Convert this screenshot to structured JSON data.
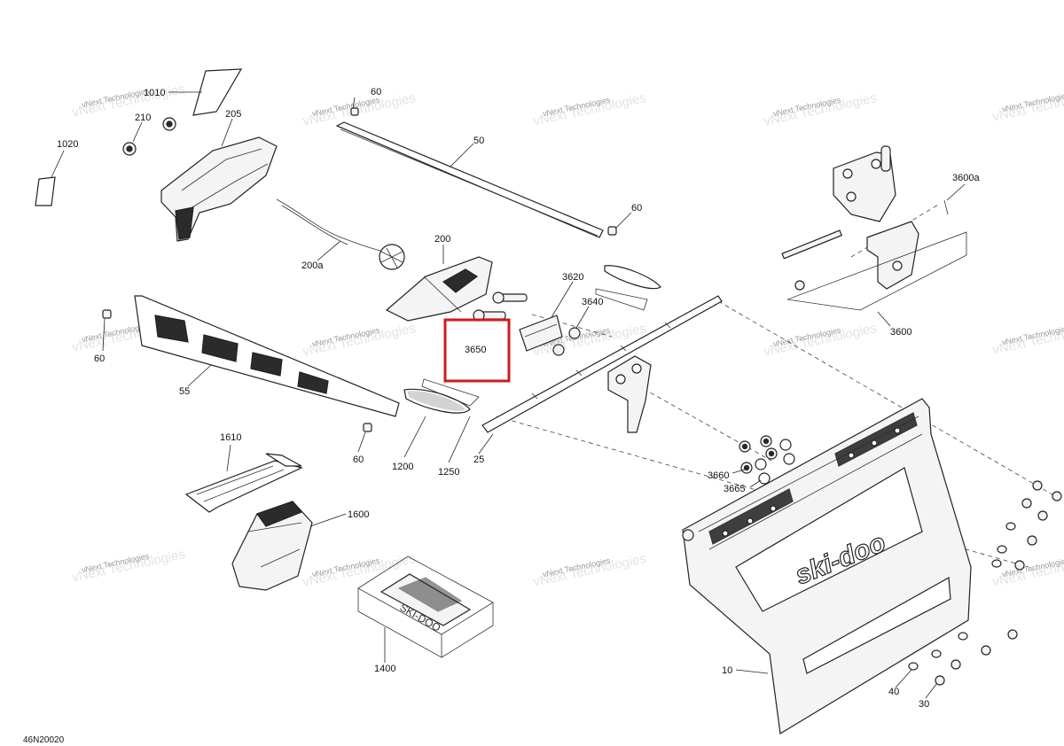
{
  "diagram": {
    "code": "46N20020",
    "watermark": "vNext Technologies",
    "brand_logo": "ski-doo",
    "kit_logo": "SKI-DOO",
    "highlight_color": "#d0191c",
    "parts": {
      "p10": "10",
      "p25": "25",
      "p30": "30",
      "p40": "40",
      "p50": "50",
      "p55": "55",
      "p60a": "60",
      "p60b": "60",
      "p60c": "60",
      "p60d": "60",
      "p200": "200",
      "p200a": "200a",
      "p205": "205",
      "p210": "210",
      "p1010": "1010",
      "p1020": "1020",
      "p1200": "1200",
      "p1250": "1250",
      "p1400": "1400",
      "p1600": "1600",
      "p1610": "1610",
      "p3600": "3600",
      "p3600a": "3600a",
      "p3620": "3620",
      "p3640": "3640",
      "p3650": "3650",
      "p3660": "3660",
      "p3665": "3665"
    }
  }
}
